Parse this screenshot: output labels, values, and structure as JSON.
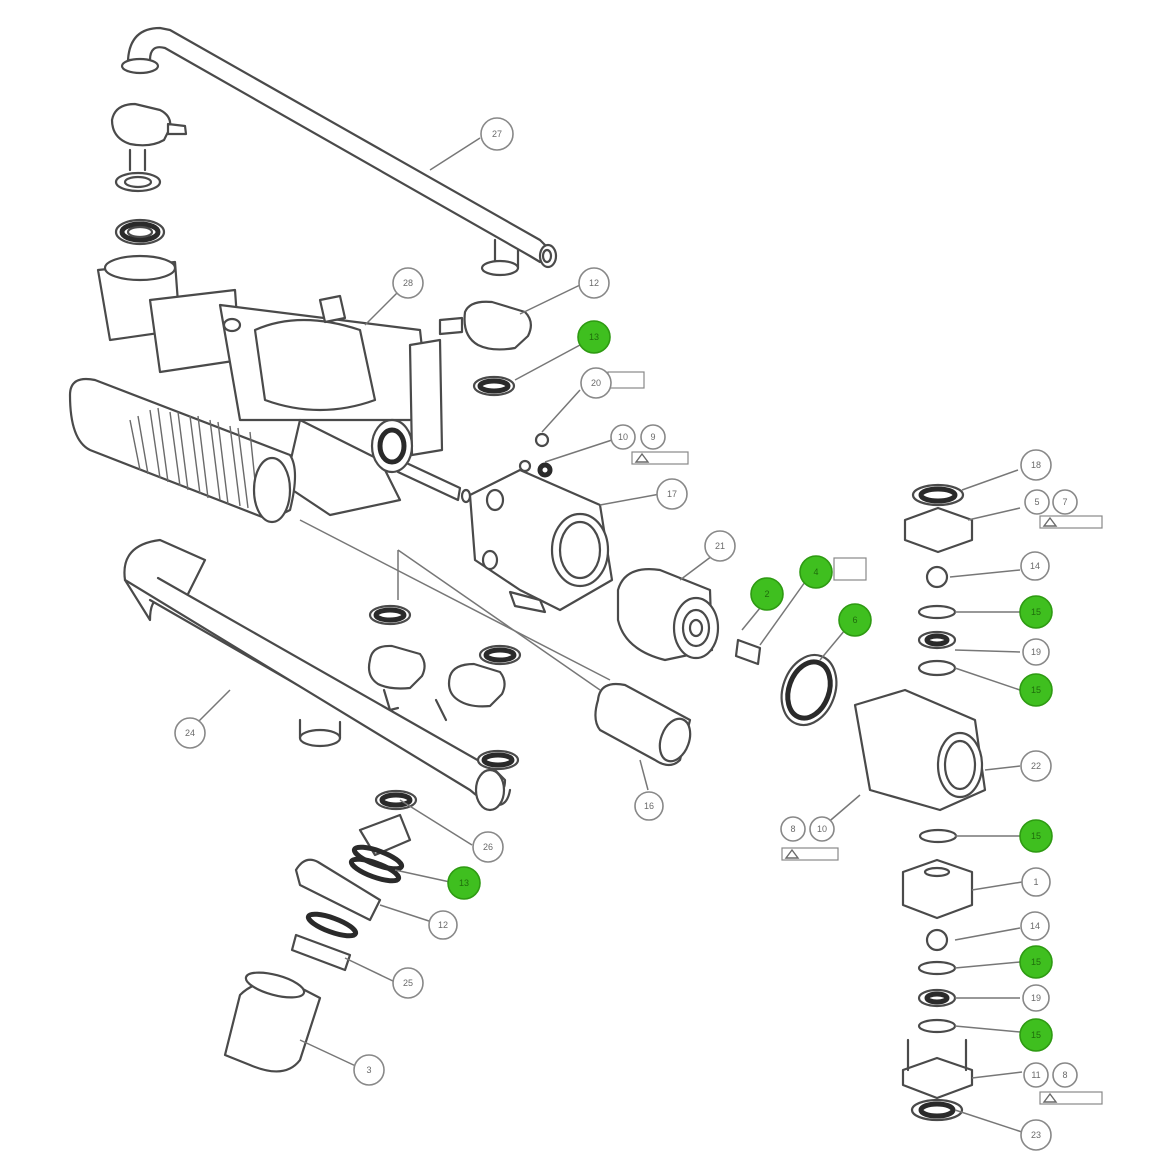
{
  "diagram": {
    "highlight_color": "#3fbf1f",
    "line_color": "#4a4a4a",
    "callouts": [
      {
        "id": "c27",
        "label": "27",
        "highlight": false
      },
      {
        "id": "c12a",
        "label": "12",
        "highlight": false
      },
      {
        "id": "c13a",
        "label": "13",
        "highlight": true
      },
      {
        "id": "c28",
        "label": "28",
        "highlight": false
      },
      {
        "id": "c20",
        "label": "20",
        "highlight": false
      },
      {
        "id": "c10_9",
        "label": "10",
        "highlight": false
      },
      {
        "id": "c9a",
        "label": "9",
        "highlight": false
      },
      {
        "id": "c17",
        "label": "17",
        "highlight": false
      },
      {
        "id": "c21",
        "label": "21",
        "highlight": false
      },
      {
        "id": "c2",
        "label": "2",
        "highlight": true
      },
      {
        "id": "c4",
        "label": "4",
        "highlight": true
      },
      {
        "id": "c6",
        "label": "6",
        "highlight": true
      },
      {
        "id": "c18",
        "label": "18",
        "highlight": false
      },
      {
        "id": "c5",
        "label": "5",
        "highlight": false
      },
      {
        "id": "c7",
        "label": "7",
        "highlight": false
      },
      {
        "id": "c14a",
        "label": "14",
        "highlight": false
      },
      {
        "id": "c15a",
        "label": "15",
        "highlight": true
      },
      {
        "id": "c19a",
        "label": "19",
        "highlight": false
      },
      {
        "id": "c15b",
        "label": "15",
        "highlight": true
      },
      {
        "id": "c22",
        "label": "22",
        "highlight": false
      },
      {
        "id": "c24",
        "label": "24",
        "highlight": false
      },
      {
        "id": "c16",
        "label": "16",
        "highlight": false
      },
      {
        "id": "c8",
        "label": "8",
        "highlight": false
      },
      {
        "id": "c10b",
        "label": "10",
        "highlight": false
      },
      {
        "id": "c15c",
        "label": "15",
        "highlight": true
      },
      {
        "id": "c1",
        "label": "1",
        "highlight": false
      },
      {
        "id": "c26",
        "label": "26",
        "highlight": false
      },
      {
        "id": "c13b",
        "label": "13",
        "highlight": true
      },
      {
        "id": "c12b",
        "label": "12",
        "highlight": false
      },
      {
        "id": "c14b",
        "label": "14",
        "highlight": false
      },
      {
        "id": "c15d",
        "label": "15",
        "highlight": true
      },
      {
        "id": "c19b",
        "label": "19",
        "highlight": false
      },
      {
        "id": "c15e",
        "label": "15",
        "highlight": true
      },
      {
        "id": "c25",
        "label": "25",
        "highlight": false
      },
      {
        "id": "c3",
        "label": "3",
        "highlight": false
      },
      {
        "id": "c11",
        "label": "11",
        "highlight": false
      },
      {
        "id": "c8b",
        "label": "8",
        "highlight": false
      },
      {
        "id": "c23",
        "label": "23",
        "highlight": false
      }
    ]
  }
}
